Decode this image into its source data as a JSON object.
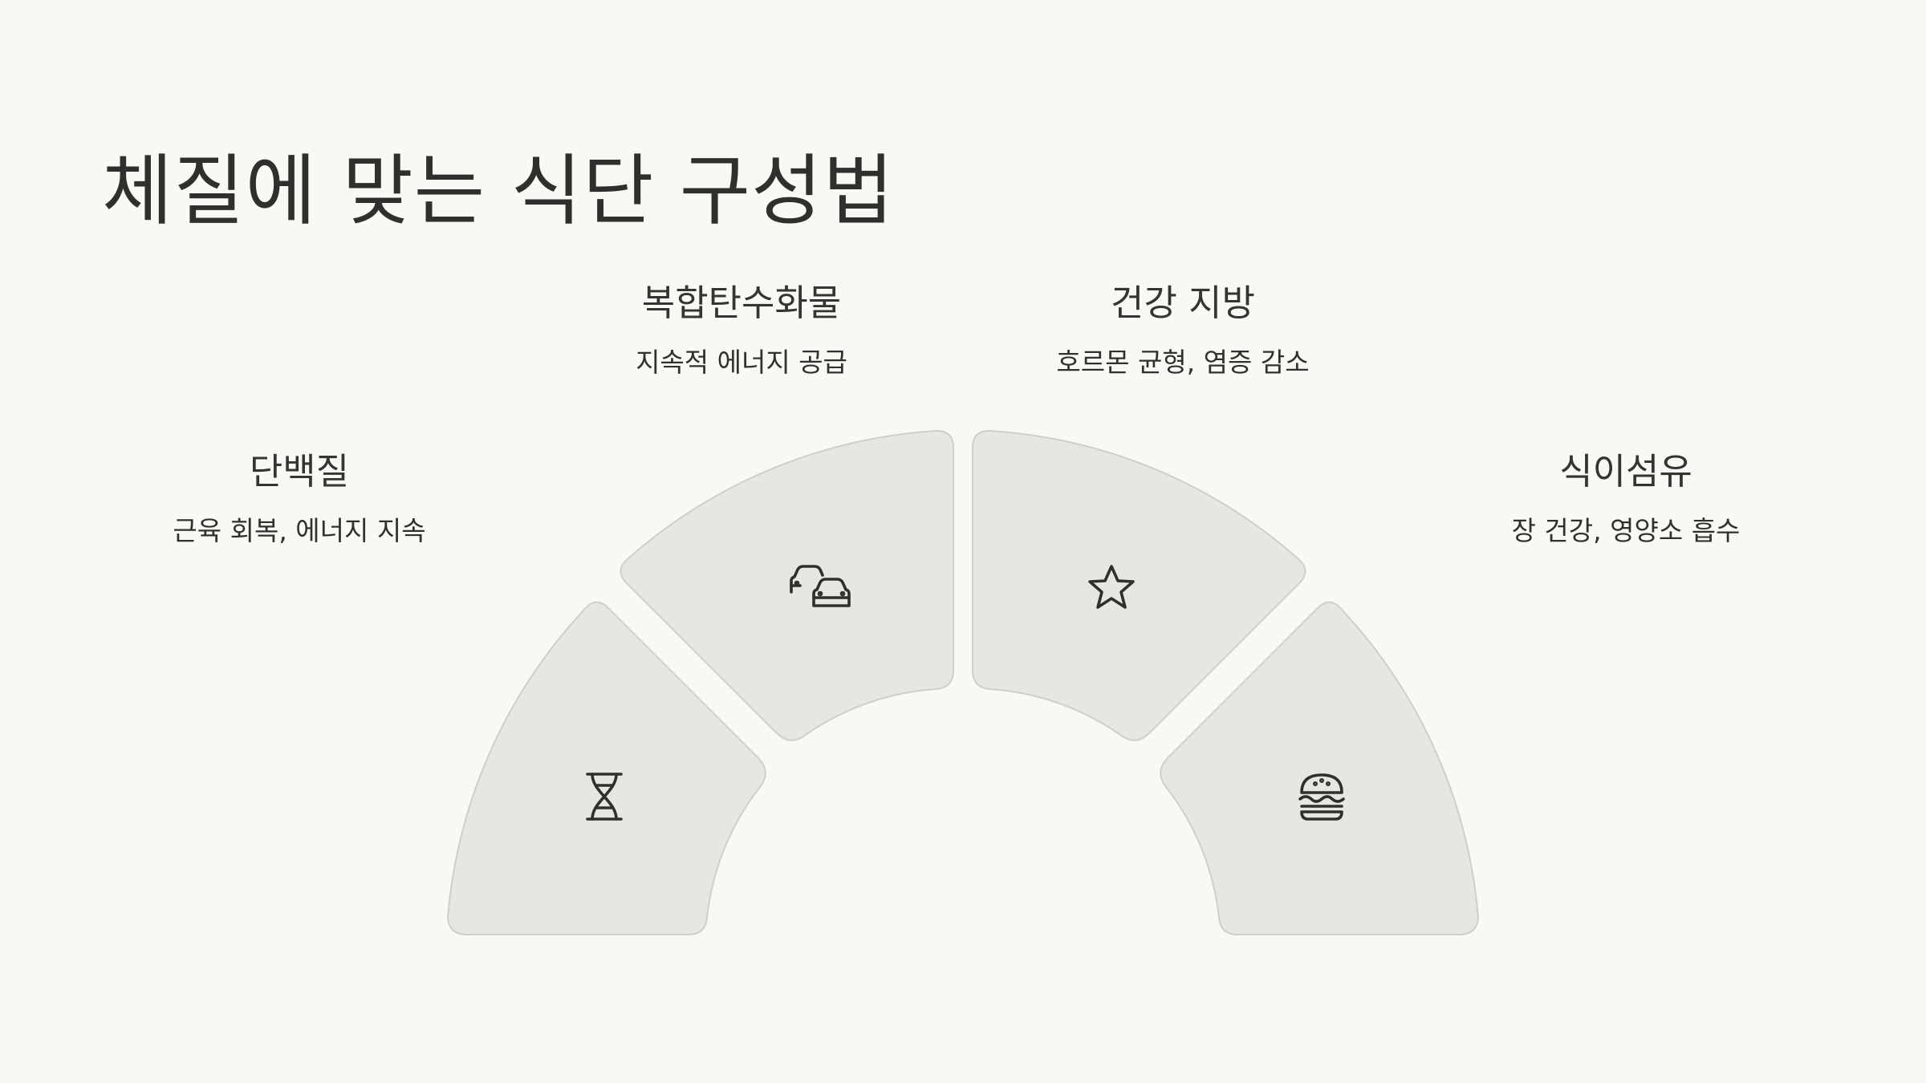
{
  "title": "체질에 맞는 식단 구성법",
  "segments": [
    {
      "heading": "단백질",
      "description": "근육 회복, 에너지 지속",
      "icon": "dna-icon"
    },
    {
      "heading": "복합탄수화물",
      "description": "지속적 에너지 공급",
      "icon": "cars-icon"
    },
    {
      "heading": "건강 지방",
      "description": "호르몬 균형, 염증 감소",
      "icon": "star-icon"
    },
    {
      "heading": "식이섬유",
      "description": "장 건강, 영양소 흡수",
      "icon": "burger-icon"
    }
  ],
  "colors": {
    "background": "#f8f8f5",
    "segment_fill": "#e7e7e2",
    "segment_stroke": "#cfcfca",
    "text": "#2e302d"
  }
}
